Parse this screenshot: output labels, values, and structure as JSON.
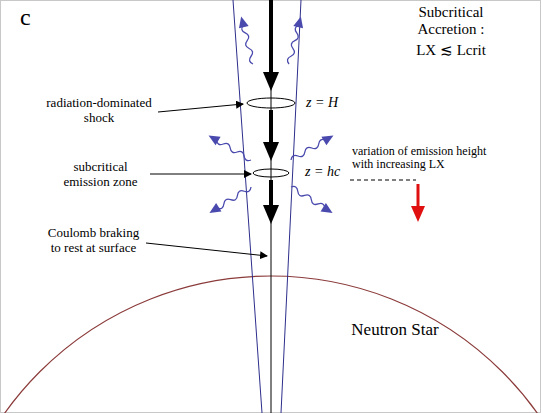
{
  "diagram": {
    "labels": [
      "c",
      "Subcritical Accretion :",
      "LX ≲ Lcrit",
      "radiation-dominated shock",
      "z = H",
      "subcritical emission zone",
      "z = hc",
      "variation of emission height with increasing LX",
      "Coulomb braking to rest at surface",
      "Neutron Star"
    ]
  }
}
